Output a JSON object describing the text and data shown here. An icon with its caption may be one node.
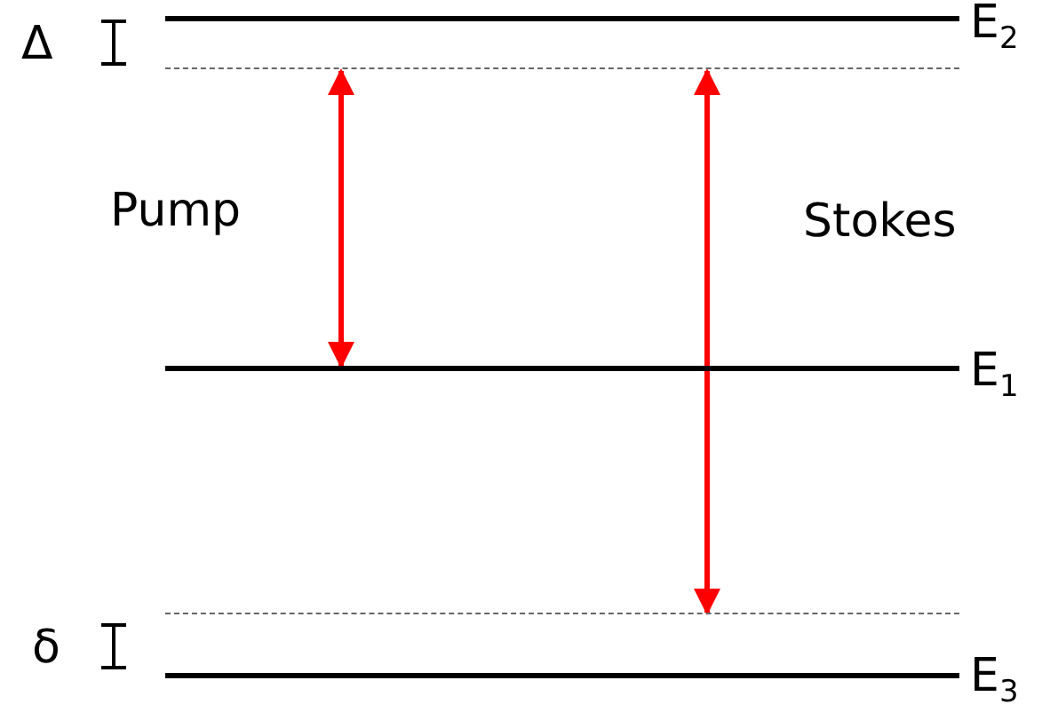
{
  "diagram": {
    "nodes": [
      {
        "text": [],
        "shape": "bar",
        "beside": [
          "E$_{2}$"
        ]
      },
      {
        "text": [],
        "shape": "bar"
      },
      {
        "text": [],
        "shape": "bar",
        "beside": [
          "E$_{1}$"
        ]
      },
      {
        "text": [],
        "shape": "bar"
      },
      {
        "text": [],
        "shape": "bar",
        "beside": [
          "E$_{3}$"
        ]
      }
    ],
    "edges": [
      {
        "from": 1,
        "to": 2,
        "arrow": "both",
        "label": "Pump"
      },
      {
        "from": 1,
        "to": 3,
        "arrow": "both",
        "label": "Stokes"
      }
    ],
    "labels": [
      "Δ",
      "δ"
    ]
  }
}
